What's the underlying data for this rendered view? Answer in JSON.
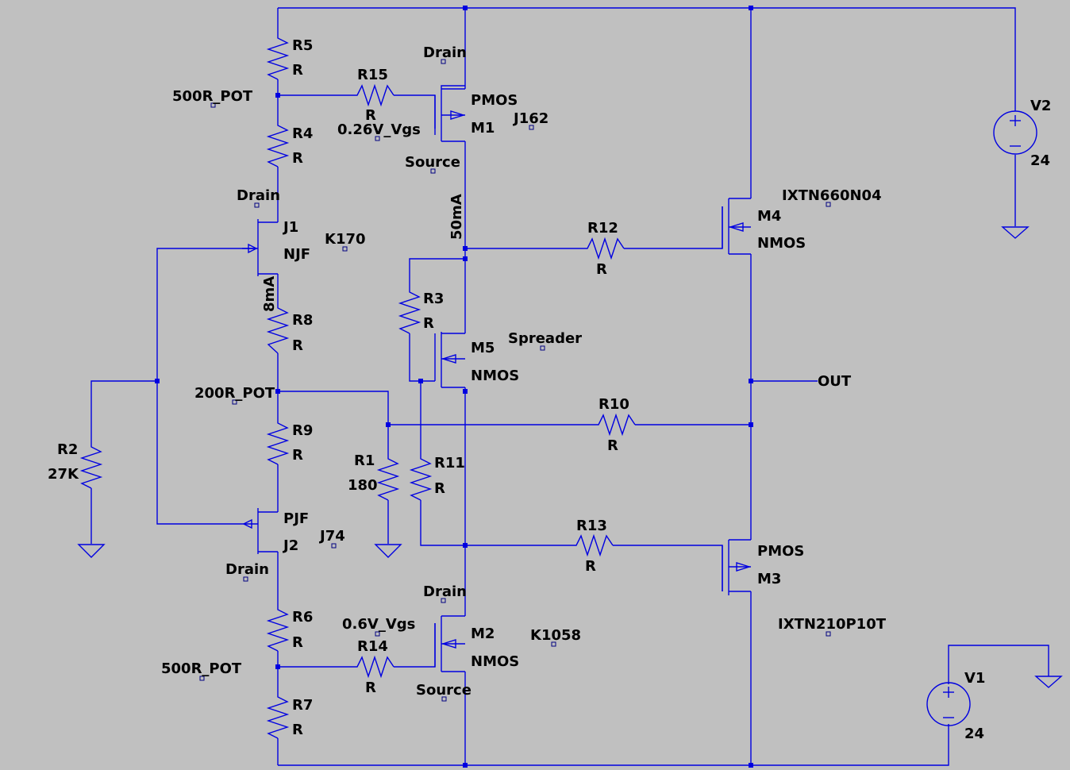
{
  "components": {
    "R5": {
      "name": "R5",
      "value": "R"
    },
    "R4": {
      "name": "R4",
      "value": "R"
    },
    "R15": {
      "name": "R15",
      "value": "R"
    },
    "R8": {
      "name": "R8",
      "value": "R"
    },
    "R9": {
      "name": "R9",
      "value": "R"
    },
    "R2": {
      "name": "R2",
      "value": "27K"
    },
    "R1": {
      "name": "R1",
      "value": "180"
    },
    "R11": {
      "name": "R11",
      "value": "R"
    },
    "R3": {
      "name": "R3",
      "value": "R"
    },
    "R12": {
      "name": "R12",
      "value": "R"
    },
    "R10": {
      "name": "R10",
      "value": "R"
    },
    "R13": {
      "name": "R13",
      "value": "R"
    },
    "R6": {
      "name": "R6",
      "value": "R"
    },
    "R7": {
      "name": "R7",
      "value": "R"
    },
    "R14": {
      "name": "R14",
      "value": "R"
    },
    "M1": {
      "name": "M1",
      "type": "PMOS",
      "model": "J162"
    },
    "M2": {
      "name": "M2",
      "type": "NMOS",
      "model": "K1058"
    },
    "M3": {
      "name": "M3",
      "type": "PMOS",
      "model": "IXTN210P10T"
    },
    "M4": {
      "name": "M4",
      "type": "NMOS",
      "model": "IXTN660N04"
    },
    "M5": {
      "name": "M5",
      "type": "NMOS",
      "model": "Spreader"
    },
    "J1": {
      "name": "J1",
      "type": "NJF",
      "model": "K170"
    },
    "J2": {
      "name": "J2",
      "type": "PJF",
      "model": "J74"
    },
    "V1": {
      "name": "V1",
      "value": "24"
    },
    "V2": {
      "name": "V2",
      "value": "24"
    }
  },
  "net_labels": {
    "drain_m1": "Drain",
    "source_m1": "Source",
    "drain_j1": "Drain",
    "drain_j2": "Drain",
    "drain_m2": "Drain",
    "source_m2": "Source",
    "pot_top": "500R_POT",
    "pot_mid": "200R_POT",
    "pot_bottom": "500R_POT",
    "vgs_top": "0.26V_Vgs",
    "vgs_bottom": "0.6V_Vgs",
    "output": "OUT"
  },
  "annotations": {
    "current_top": "50mA",
    "current_left": "8mA"
  }
}
